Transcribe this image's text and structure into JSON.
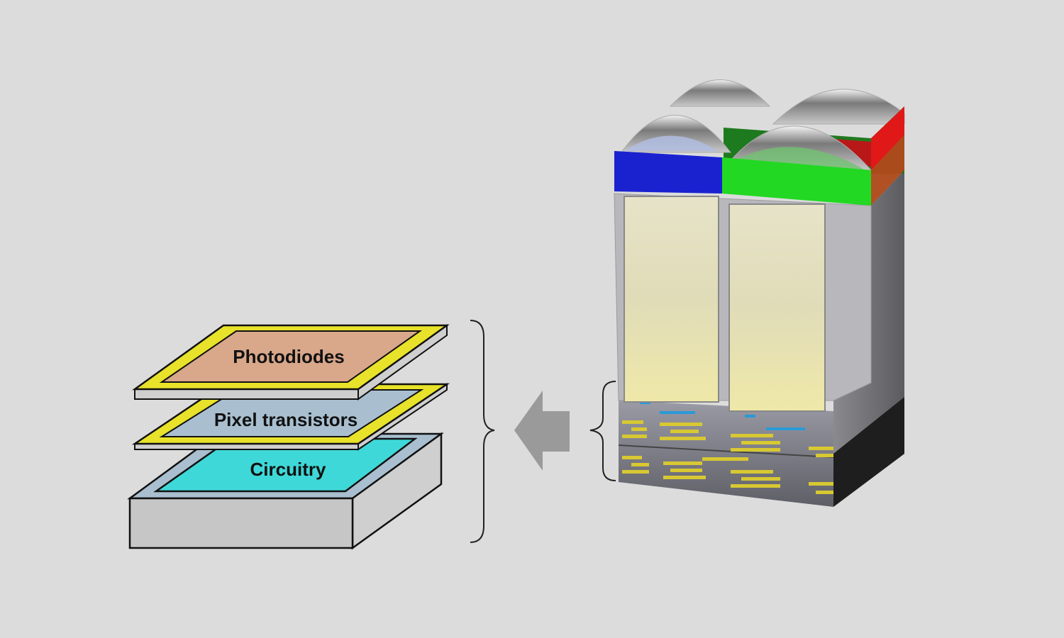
{
  "layers": {
    "photodiodes": "Photodiodes",
    "pixel_transistors": "Pixel transistors",
    "circuitry": "Circuitry"
  },
  "colors": {
    "background": "#dcdcdc",
    "frame_yellow": "#e8e22a",
    "photodiode_fill": "#d9a78a",
    "transistor_fill": "#a9bfd0",
    "circuitry_fill": "#3fd8d8",
    "base_gray": "#c8c8c8",
    "filter_blue": "#1a22d0",
    "filter_green": "#22d822",
    "filter_red": "#e01818",
    "arrow_gray": "#9a9a9a"
  }
}
